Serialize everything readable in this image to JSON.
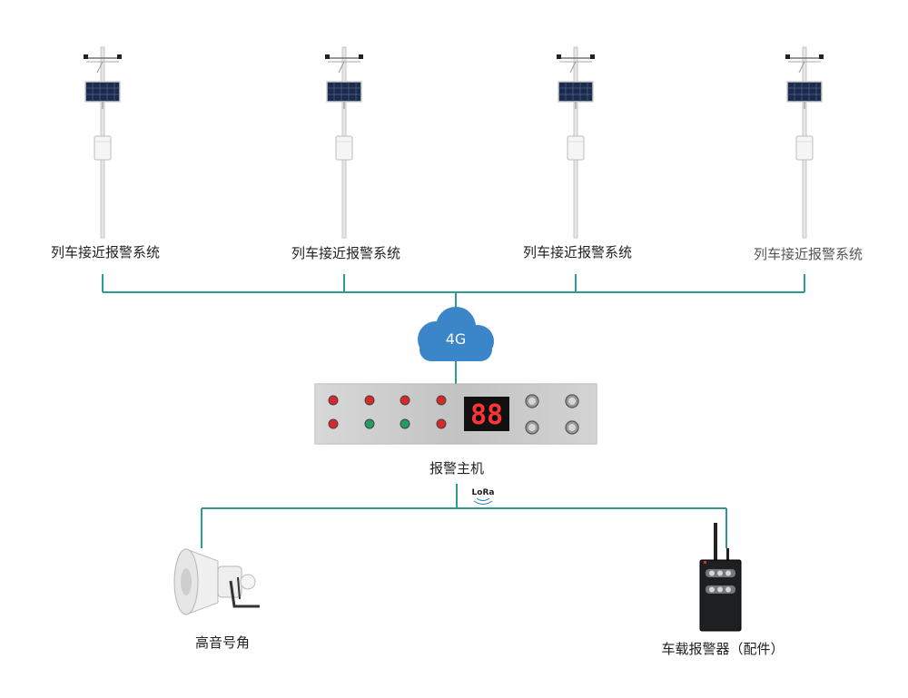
{
  "stations": [
    {
      "label": "列车接近报警系统"
    },
    {
      "label": "列车接近报警系统"
    },
    {
      "label": "列车接近报警系统"
    },
    {
      "label": "列车接近报警系统"
    }
  ],
  "network": {
    "label": "4G",
    "color": "#3a86c8"
  },
  "host": {
    "label": "报警主机",
    "display": "88"
  },
  "lora": {
    "label": "LoRa"
  },
  "horn": {
    "label": "高音号角"
  },
  "vehicle": {
    "label": "车载报警器（配件）"
  },
  "colors": {
    "line": "#2a9d8f",
    "panel": "#c8c8c8",
    "red": "#d8282c",
    "green": "#1f9d63",
    "digit": "#ff3535"
  },
  "icons": [
    "solar-panel-icon",
    "cloud-icon",
    "horn-icon",
    "antenna-icon"
  ]
}
